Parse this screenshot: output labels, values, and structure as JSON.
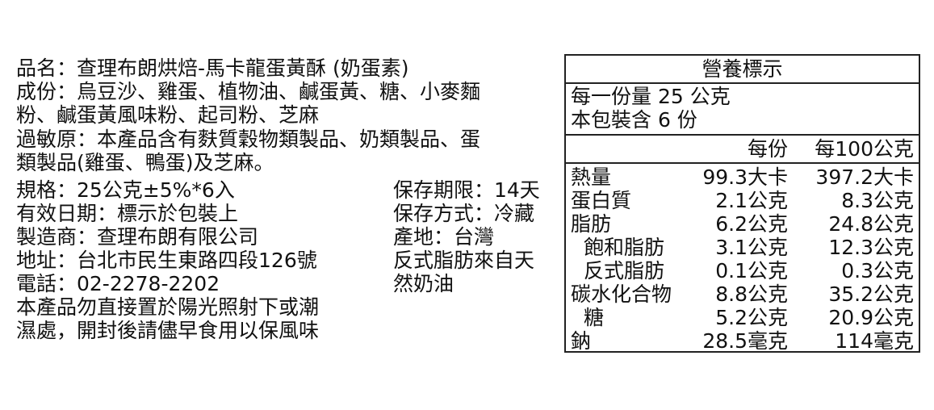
{
  "left": {
    "lines": [
      "品名：查理布朗烘焙-馬卡龍蛋黃酥 (奶蛋素)",
      "成份：烏豆沙、雞蛋、植物油、鹹蛋黃、糖、小麥麵",
      "粉、鹹蛋黃風味粉、起司粉、芝麻",
      "過敏原：本產品含有麩質穀物類製品、奶類製品、蛋",
      "類製品(雞蛋、鴨蛋)及芝麻。",
      "規格：25公克±5%*6入",
      "有效日期：標示於包裝上",
      "製造商：查理布朗有限公司",
      "地址：台北市民生東路四段126號",
      "電話：02-2278-2202",
      "本產品勿直接置於陽光照射下或潮",
      "濕處，開封後請儘早食用以保風味"
    ],
    "right_lines": [
      "保存期限：14天",
      "保存方式：冷藏",
      "產地：台灣",
      "反式脂肪來自天",
      "然奶油"
    ]
  },
  "nutrition": {
    "title": "營養標示",
    "serving_size": "每一份量 25 公克",
    "servings": "本包裝含 6 份",
    "col_per_serving": "每份",
    "col_per_100g": "每100公克",
    "rows": [
      {
        "name": "熱量",
        "per": "99.3大卡",
        "per100": "397.2大卡",
        "indent": false
      },
      {
        "name": "蛋白質",
        "per": "2.1公克",
        "per100": "8.3公克",
        "indent": false
      },
      {
        "name": "脂肪",
        "per": "6.2公克",
        "per100": "24.8公克",
        "indent": false
      },
      {
        "name": "飽和脂肪",
        "per": "3.1公克",
        "per100": "12.3公克",
        "indent": true
      },
      {
        "name": "反式脂肪",
        "per": "0.1公克",
        "per100": "0.3公克",
        "indent": true
      },
      {
        "name": "碳水化合物",
        "per": "8.8公克",
        "per100": "35.2公克",
        "indent": false
      },
      {
        "name": "糖",
        "per": "5.2公克",
        "per100": "20.9公克",
        "indent": true
      },
      {
        "name": "鈉",
        "per": "28.5毫克",
        "per100": "114毫克",
        "indent": false
      }
    ]
  }
}
